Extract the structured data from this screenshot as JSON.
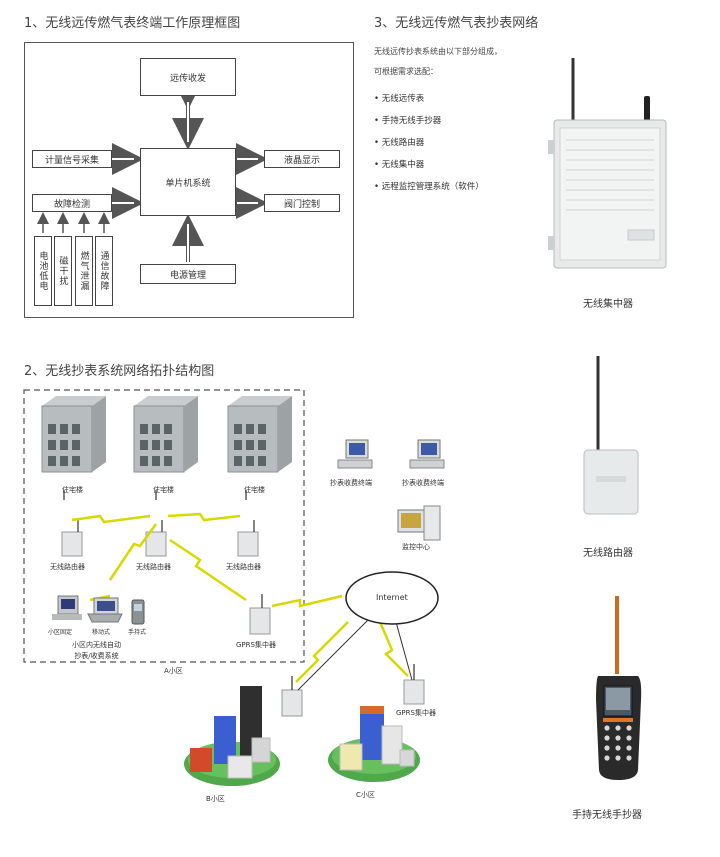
{
  "section1": {
    "title": "1、无线远传燃气表终端工作原理框图",
    "blocks": {
      "remote": "远传收发",
      "mcu": "单片机系统",
      "meter": "计量信号采集",
      "fault": "故障检测",
      "lcd": "液晶显示",
      "valve": "阀门控制",
      "power": "电源管理",
      "battery": "电池低电",
      "magnetic": "磁干扰",
      "gasleak": "燃气泄漏",
      "comm": "通信故障"
    }
  },
  "section2": {
    "title": "2、无线抄表系统网络拓扑结构图",
    "buildings": [
      "住宅楼",
      "住宅楼",
      "住宅楼"
    ],
    "routers": [
      "无线路由器",
      "无线路由器",
      "无线路由器"
    ],
    "devices": [
      "小区固定",
      "移动式",
      "手持式"
    ],
    "auto_system": "小区内无线自动\n抄表/收费系统",
    "gprs_a": "GPRS集中器",
    "zone_a": "A小区",
    "terminals": [
      "抄表收费终端",
      "抄表收费终端"
    ],
    "monitor": "监控中心",
    "internet": "Internet",
    "gprs_c": "GPRS集中器",
    "zone_b": "B小区",
    "zone_c": "C小区"
  },
  "section3": {
    "title": "3、无线远传燃气表抄表网络",
    "desc_line1": "无线远传抄表系统由以下部分组成，",
    "desc_line2": "可根据需求选配：",
    "items": [
      "无线远传表",
      "手持无线手抄器",
      "无线路由器",
      "无线集中器",
      "远程监控管理系统（软件）"
    ]
  },
  "products": {
    "concentrator": "无线集中器",
    "router": "无线路由器",
    "handheld": "手持无线手抄器"
  },
  "colors": {
    "lightning": "#d8d800",
    "blue": "#3b5fd0",
    "green": "#4fa84a"
  }
}
